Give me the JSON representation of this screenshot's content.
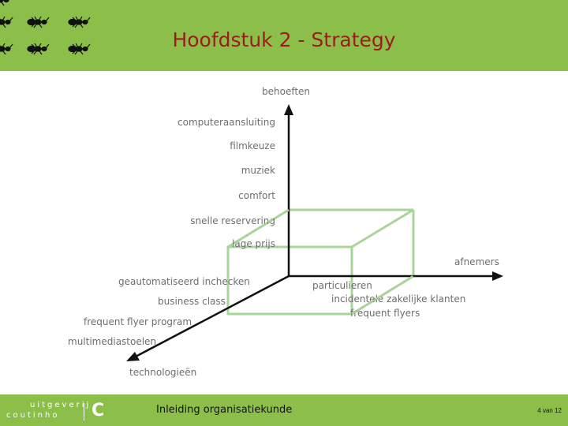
{
  "slide": {
    "title": "Hoofdstuk 2 - Strategy"
  },
  "footer": {
    "logo_line1": "uitgeverij",
    "logo_line2": "coutinho",
    "logo_letter": "C",
    "text": "Inleiding organisatiekunde",
    "page": "4 van 12"
  },
  "colors": {
    "header_bg": "#8cbf4a",
    "title": "#9b1c1c",
    "box": "#a9d49a",
    "axis": "#111111"
  },
  "diagram": {
    "axis_needs": "behoeften",
    "axis_customers": "afnemers",
    "axis_technologies": "technologieën",
    "needs": [
      "computeraansluiting",
      "filmkeuze",
      "muziek",
      "comfort",
      "snelle reservering",
      "lage prijs"
    ],
    "customers": [
      "particulieren",
      "incidentele zakelijke klanten",
      "frequent flyers"
    ],
    "technologies": [
      "geautomatiseerd inchecken",
      "business class",
      "frequent flyer program",
      "multimediastoelen"
    ]
  }
}
